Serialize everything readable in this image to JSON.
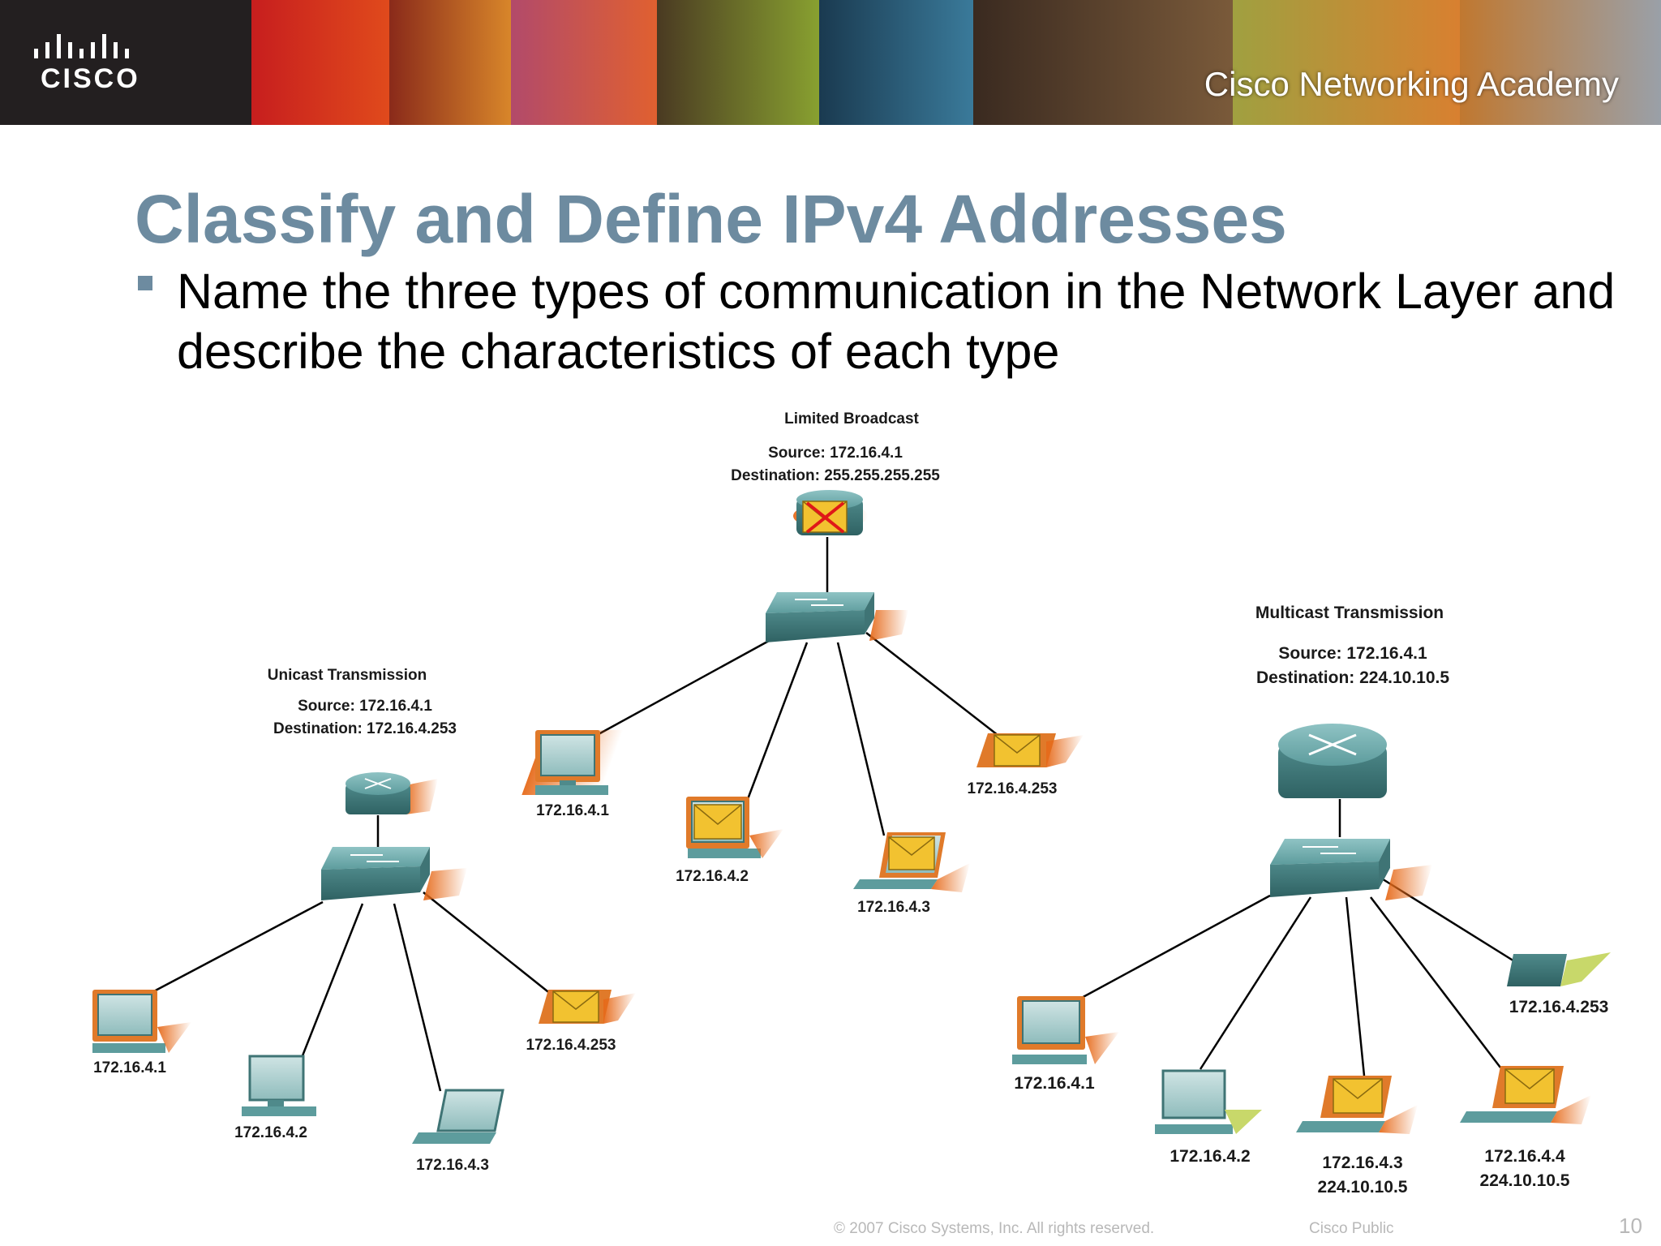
{
  "header": {
    "logo_text": "CISCO",
    "academy": "Cisco Networking Academy"
  },
  "slide": {
    "title": "Classify and Define IPv4 Addresses",
    "bullet": "Name the three types of communication in the Network Layer and describe the characteristics of each type"
  },
  "broadcast": {
    "title": "Limited Broadcast",
    "source": "Source: 172.16.4.1",
    "destination": "Destination: 255.255.255.255",
    "hosts": [
      "172.16.4.1",
      "172.16.4.2",
      "172.16.4.3",
      "172.16.4.253"
    ]
  },
  "unicast": {
    "title": "Unicast Transmission",
    "source": "Source: 172.16.4.1",
    "destination": "Destination: 172.16.4.253",
    "hosts": [
      "172.16.4.1",
      "172.16.4.2",
      "172.16.4.3",
      "172.16.4.253"
    ]
  },
  "multicast": {
    "title": "Multicast Transmission",
    "source": "Source: 172.16.4.1",
    "destination": "Destination: 224.10.10.5",
    "hosts": [
      "172.16.4.253",
      "172.16.4.1",
      "172.16.4.2",
      "172.16.4.3",
      "172.16.4.4"
    ],
    "group": [
      "224.10.10.5",
      "224.10.10.5"
    ]
  },
  "footer": {
    "copyright": "© 2007 Cisco Systems, Inc. All rights reserved.",
    "classification": "Cisco Public",
    "page": "10"
  },
  "colors": {
    "title": "#6d8ba0",
    "device": "#5b9a9b",
    "envelope": "#f2c230",
    "highlight": "#e3731f"
  }
}
